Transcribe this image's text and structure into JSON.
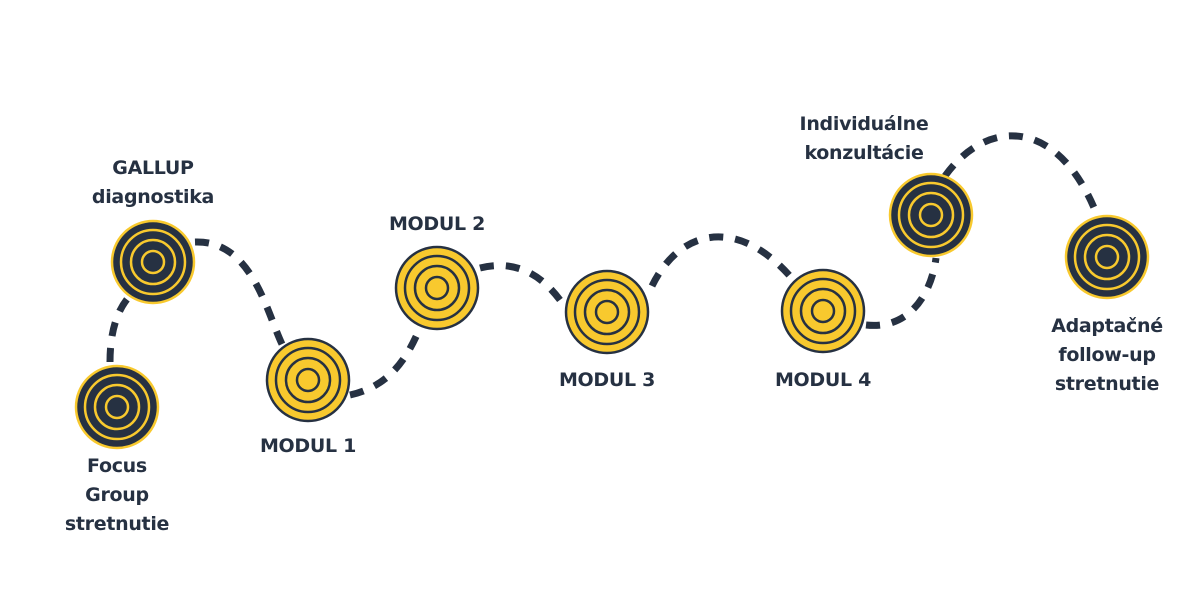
{
  "colors": {
    "dark": "#263142",
    "yellow": "#F8C92E",
    "path": "#263142"
  },
  "steps": [
    {
      "label": [
        "Focus",
        "Group",
        "stretnutie"
      ],
      "style": "dark",
      "icon": "target-icon"
    },
    {
      "label": [
        "GALLUP",
        "diagnostika"
      ],
      "style": "dark",
      "icon": "target-icon"
    },
    {
      "label": [
        "MODUL 1"
      ],
      "style": "yellow",
      "icon": "target-icon"
    },
    {
      "label": [
        "MODUL 2"
      ],
      "style": "yellow",
      "icon": "target-icon"
    },
    {
      "label": [
        "MODUL 3"
      ],
      "style": "yellow",
      "icon": "target-icon"
    },
    {
      "label": [
        "MODUL 4"
      ],
      "style": "yellow",
      "icon": "target-icon"
    },
    {
      "label": [
        "Individuálne",
        "konzultácie"
      ],
      "style": "dark",
      "icon": "target-icon"
    },
    {
      "label": [
        "Adaptačné",
        "follow-up",
        "stretnutie"
      ],
      "style": "dark",
      "icon": "target-icon"
    }
  ]
}
